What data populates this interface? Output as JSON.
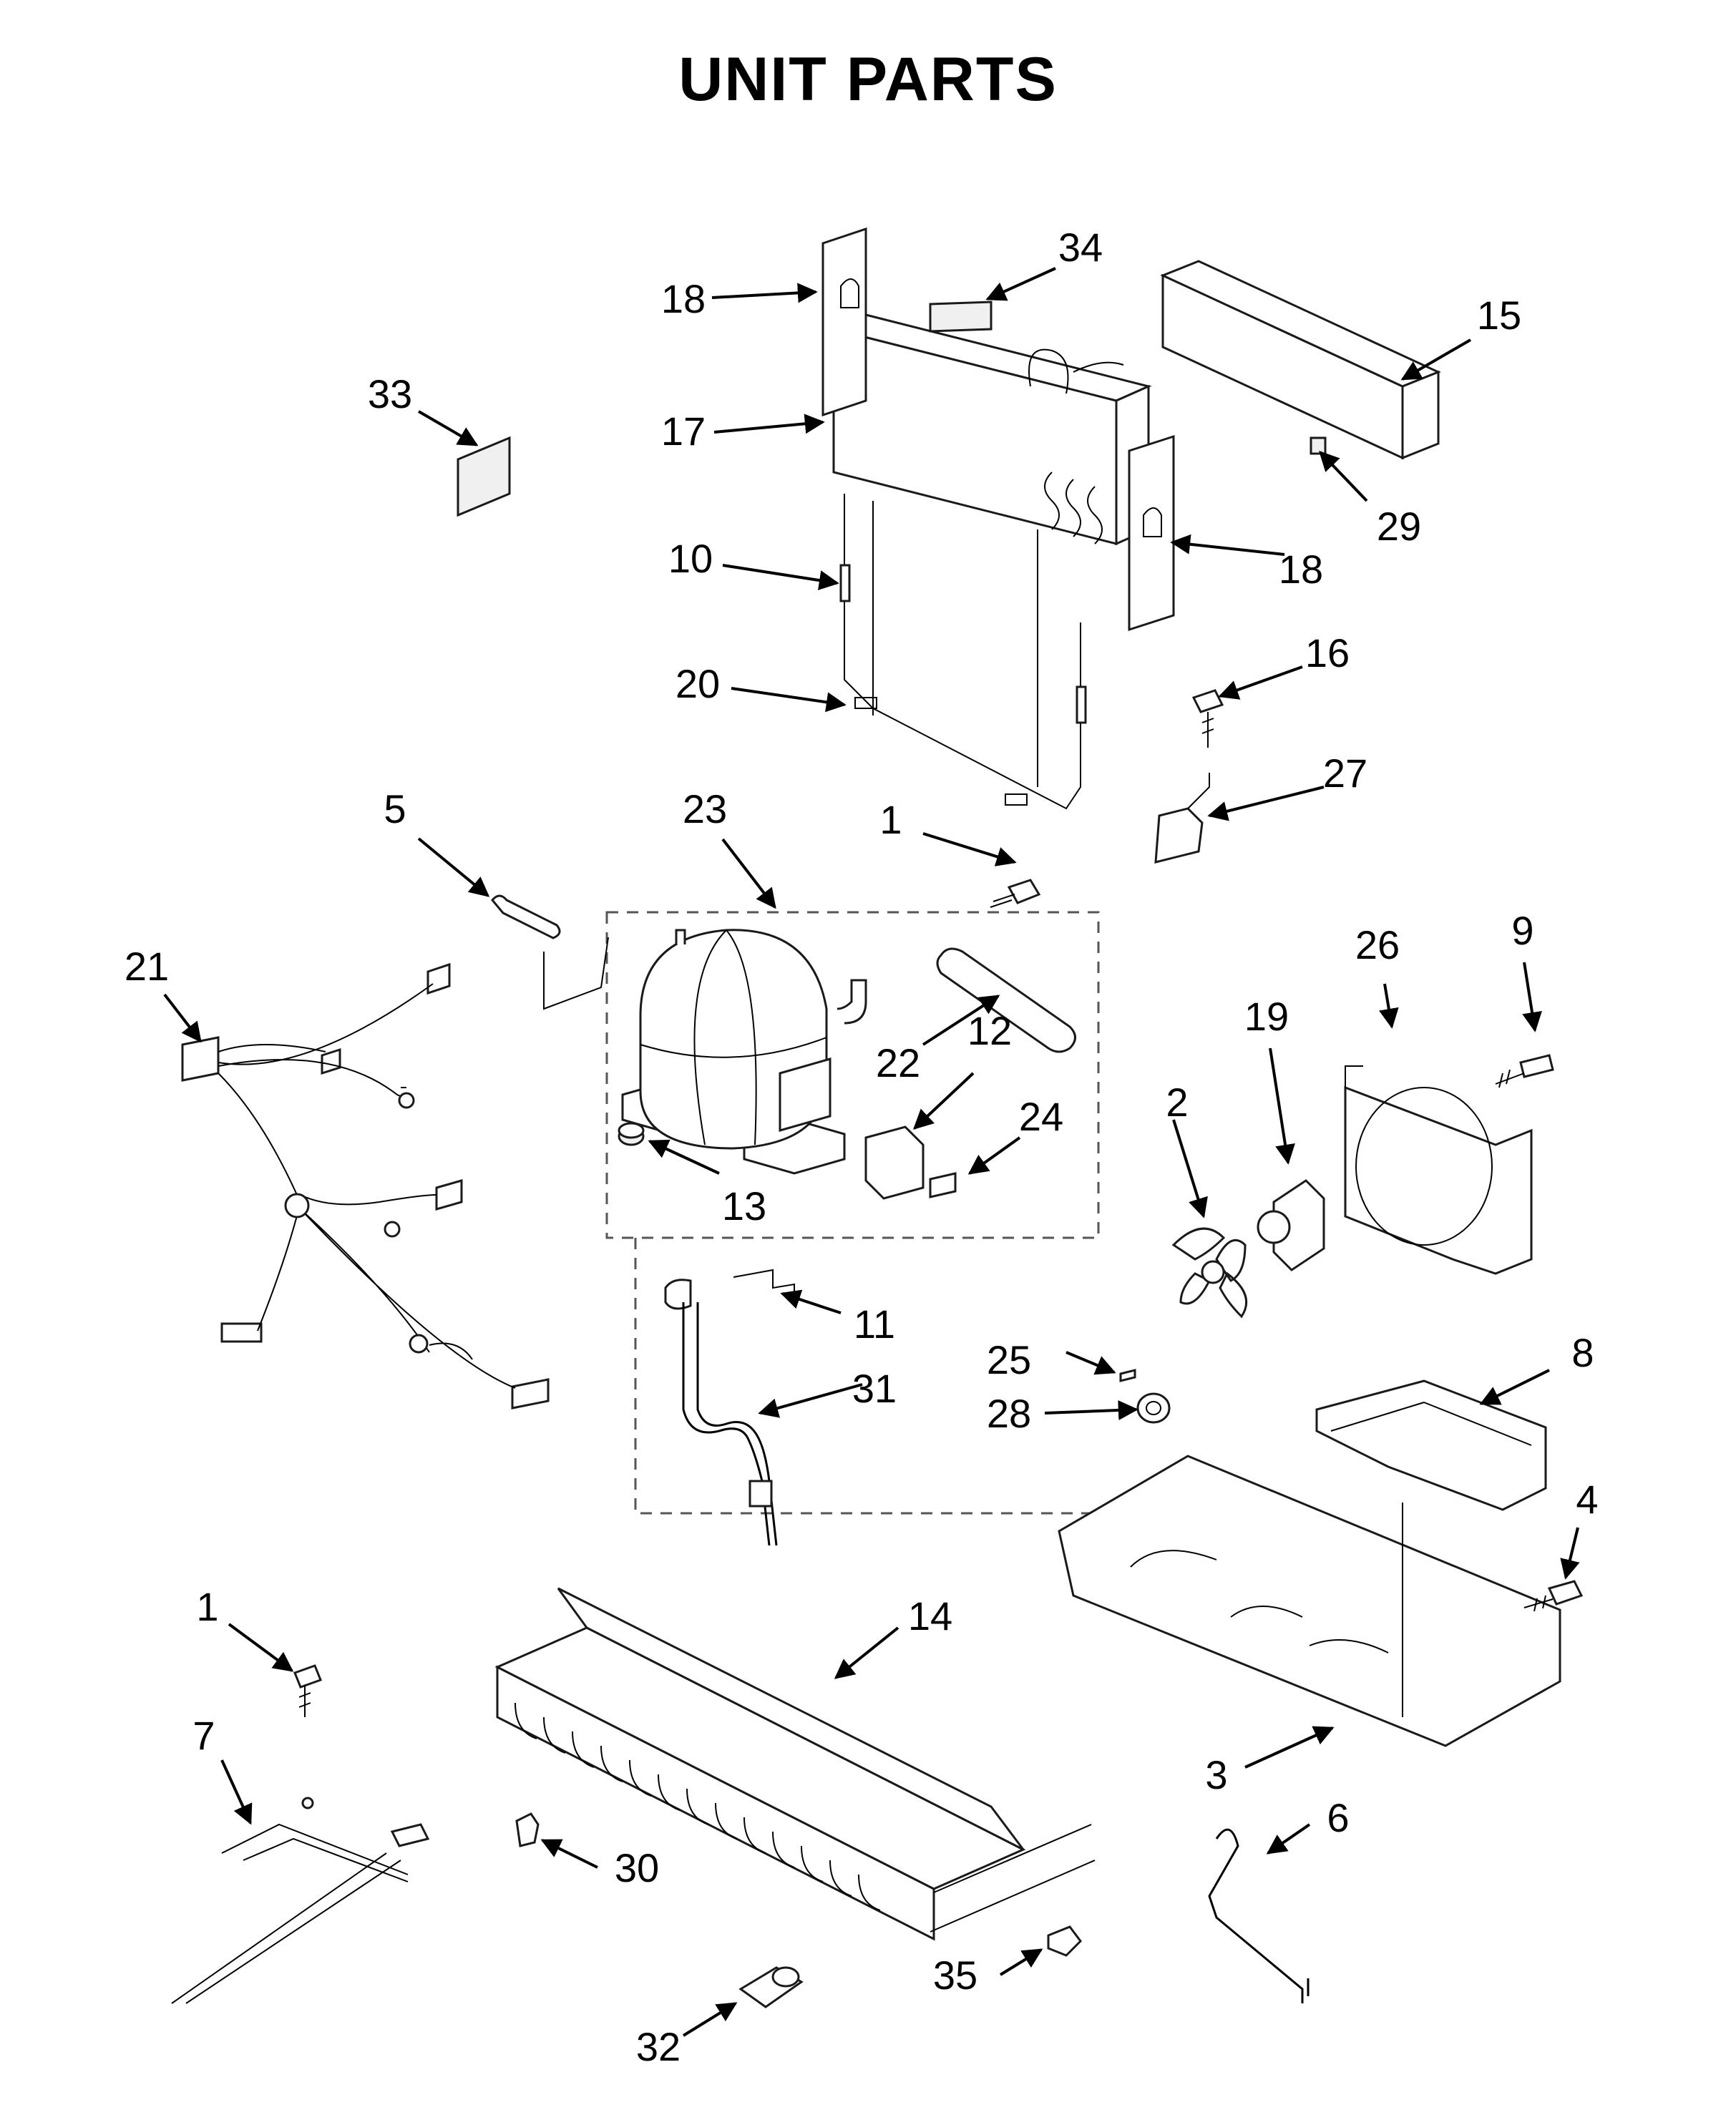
{
  "title": "UNIT PARTS",
  "callouts": [
    "34",
    "18",
    "15",
    "33",
    "17",
    "29",
    "10",
    "18",
    "16",
    "20",
    "27",
    "5",
    "23",
    "1",
    "21",
    "26",
    "9",
    "22",
    "12",
    "19",
    "2",
    "24",
    "13",
    "11",
    "31",
    "25",
    "8",
    "28",
    "4",
    "14",
    "1",
    "3",
    "7",
    "30",
    "6",
    "35",
    "32"
  ]
}
